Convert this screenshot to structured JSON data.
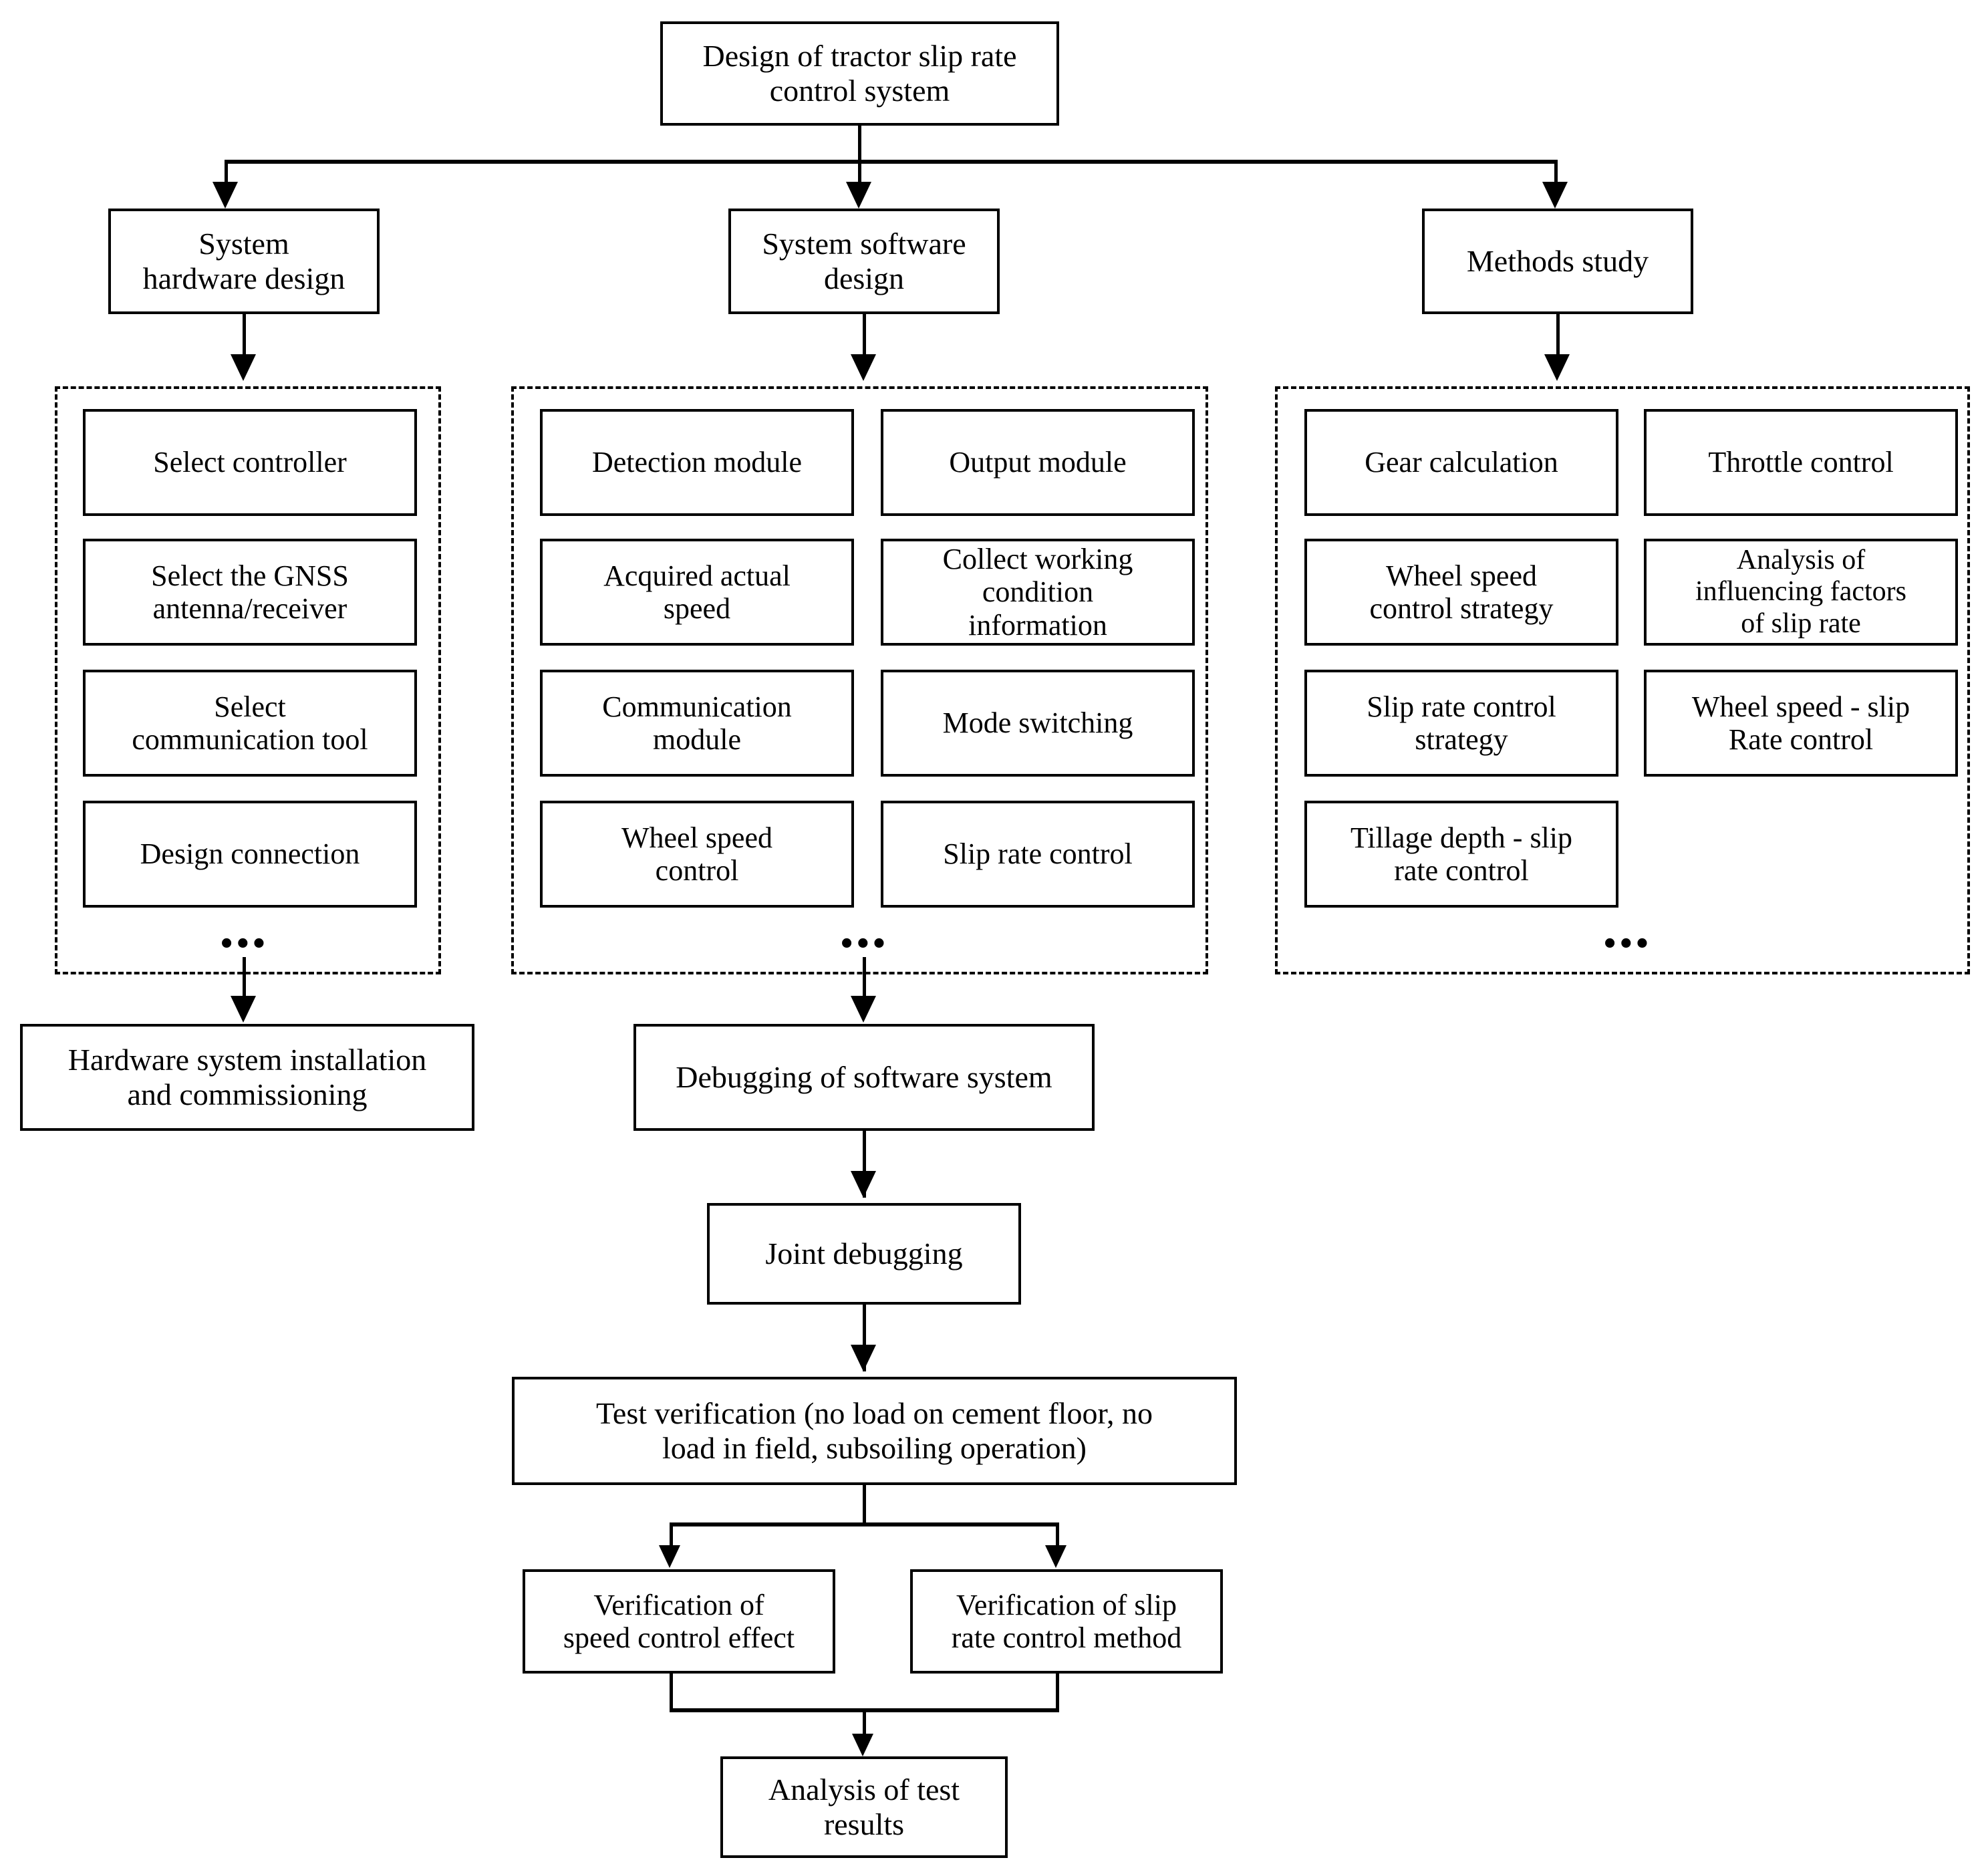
{
  "diagram": {
    "title_node": {
      "label": "Design of tractor slip rate\ncontrol system"
    },
    "branches": [
      {
        "label": "System\nhardware design"
      },
      {
        "label": "System software\ndesign"
      },
      {
        "label": "Methods study"
      }
    ],
    "groups": [
      {
        "name": "hardware-design-group",
        "ellipsis": "•••",
        "columns": [
          {
            "items": [
              {
                "label": "Select controller"
              },
              {
                "label": "Select the GNSS\nantenna/receiver"
              },
              {
                "label": "Select\ncommunication tool"
              },
              {
                "label": "Design connection"
              }
            ]
          }
        ]
      },
      {
        "name": "software-design-group",
        "ellipsis": "•••",
        "columns": [
          {
            "items": [
              {
                "label": "Detection module"
              },
              {
                "label": "Acquired actual\nspeed"
              },
              {
                "label": "Communication\nmodule"
              },
              {
                "label": "Wheel speed\ncontrol"
              }
            ]
          },
          {
            "items": [
              {
                "label": "Output module"
              },
              {
                "label": "Collect working\ncondition\ninformation"
              },
              {
                "label": "Mode switching"
              },
              {
                "label": "Slip rate control"
              }
            ]
          }
        ]
      },
      {
        "name": "methods-study-group",
        "ellipsis": "•••",
        "columns": [
          {
            "items": [
              {
                "label": "Gear calculation"
              },
              {
                "label": "Wheel speed\ncontrol strategy"
              },
              {
                "label": "Slip rate control\nstrategy"
              },
              {
                "label": "Tillage depth - slip\nrate control"
              }
            ]
          },
          {
            "items": [
              {
                "label": "Throttle control"
              },
              {
                "label": "Analysis of\ninfluencing factors\nof slip rate"
              },
              {
                "label": "Wheel speed - slip\nRate control"
              }
            ]
          }
        ]
      }
    ],
    "stage_nodes": {
      "hardware_commissioning": {
        "label": "Hardware system installation\nand commissioning"
      },
      "software_debugging": {
        "label": "Debugging of software system"
      },
      "joint_debugging": {
        "label": "Joint debugging"
      },
      "test_verification": {
        "label": "Test verification (no load on cement floor, no\nload in field, subsoiling operation)"
      },
      "verify_speed": {
        "label": "Verification of\nspeed control effect"
      },
      "verify_slip": {
        "label": "Verification of slip\nrate control method"
      },
      "analysis_results": {
        "label": "Analysis of test\nresults"
      }
    }
  },
  "colors": {
    "stroke": "#000000",
    "fill": "#ffffff"
  }
}
